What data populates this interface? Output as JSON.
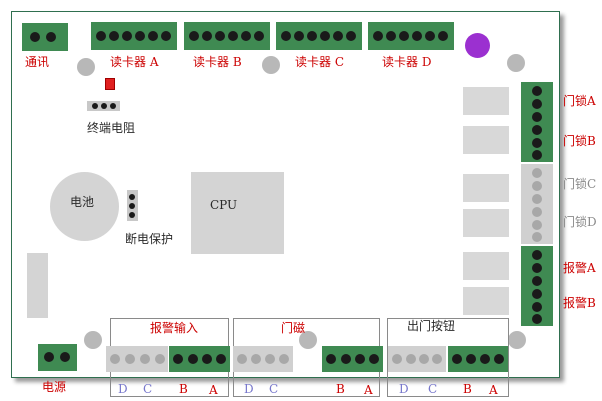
{
  "labels": {
    "comm": "通讯",
    "reader_a": "读卡器 A",
    "reader_b": "读卡器 B",
    "reader_c": "读卡器 C",
    "reader_d": "读卡器 D",
    "termination_resistor": "终端电阻",
    "battery": "电池",
    "power_fail_protect": "断电保护",
    "cpu": "CPU",
    "lock_a": "门锁A",
    "lock_b": "门锁B",
    "lock_c": "门锁C",
    "lock_d": "门锁D",
    "alarm_a": "报警A",
    "alarm_b": "报警B",
    "alarm_input": "报警输入",
    "door_sensor": "门磁",
    "exit_button": "出门按钮",
    "power": "电源"
  },
  "bottom_channels": {
    "alarm_input": [
      "D",
      "C",
      "B",
      "A"
    ],
    "door_sensor": [
      "D",
      "C",
      "B",
      "A"
    ],
    "exit_button": [
      "D",
      "C",
      "B",
      "A"
    ]
  },
  "colors": {
    "terminal_green": "#3f8a52",
    "terminal_disabled": "#d0d0d0",
    "label_red": "#cc0000",
    "indicator_purple": "#9b30d0",
    "led_red": "#e02020"
  }
}
